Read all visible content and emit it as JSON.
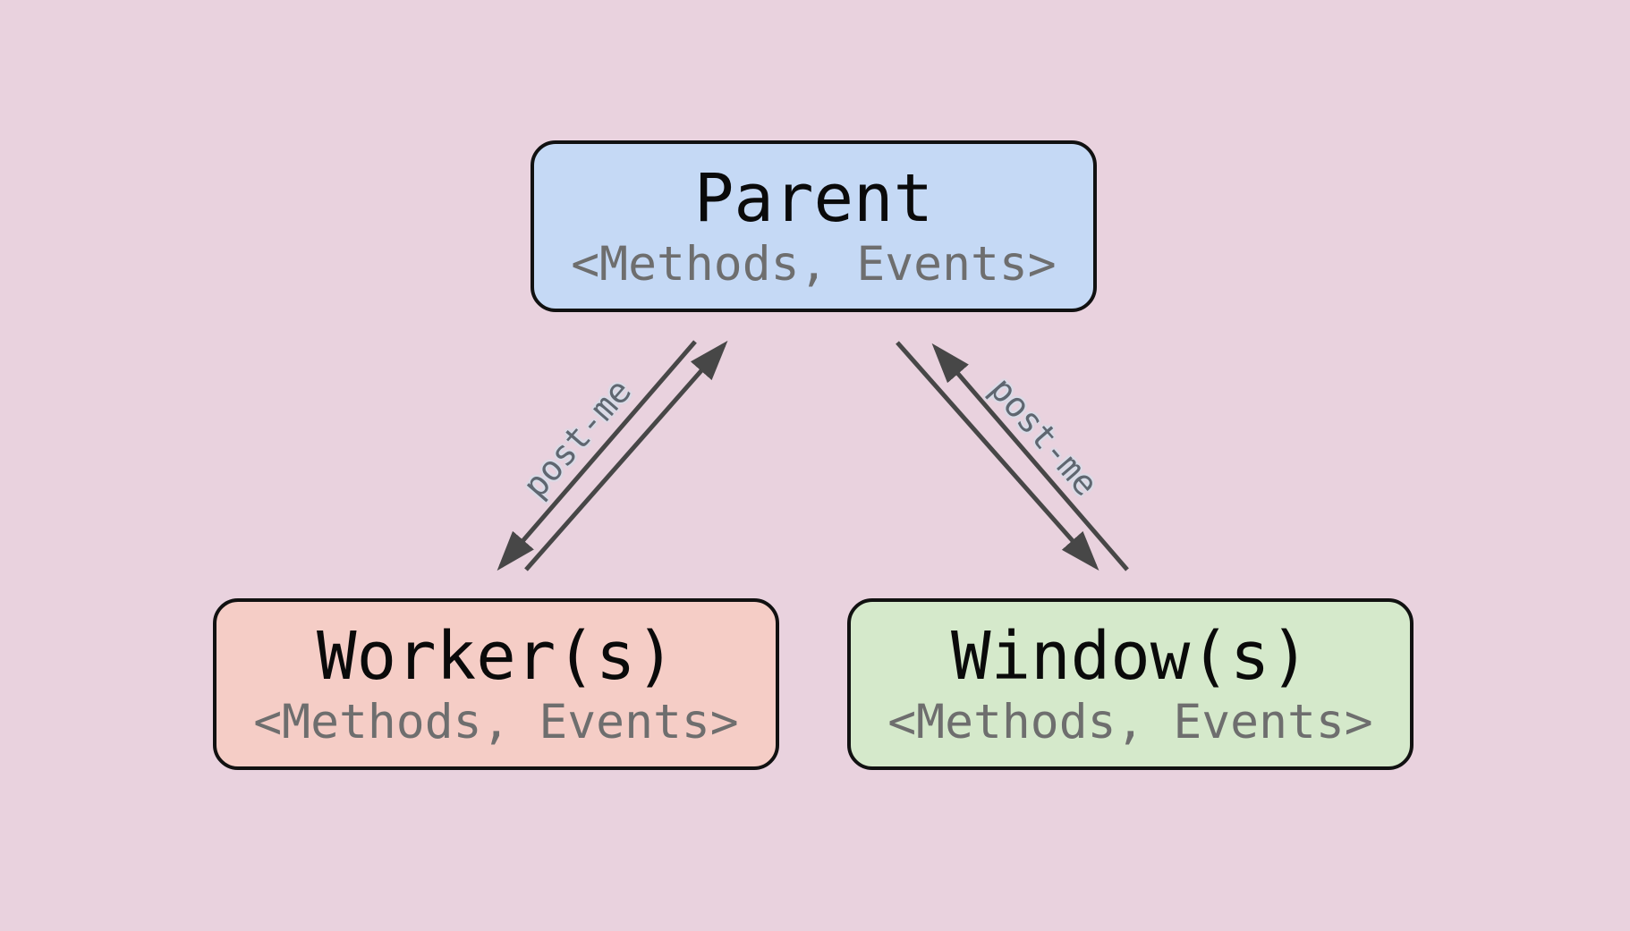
{
  "diagram": {
    "background_color": "#e9d2de",
    "nodes": {
      "parent": {
        "title": "Parent",
        "subtitle": "<Methods, Events>",
        "fill": "#c5d9f5"
      },
      "worker": {
        "title": "Worker(s)",
        "subtitle": "<Methods, Events>",
        "fill": "#f5cdc6"
      },
      "window": {
        "title": "Window(s)",
        "subtitle": "<Methods, Events>",
        "fill": "#d5e9cb"
      }
    },
    "edges": {
      "parent_worker": {
        "label": "post-me"
      },
      "parent_window": {
        "label": "post-me"
      }
    },
    "colors": {
      "node_border": "#111111",
      "title_text": "#0a0a0a",
      "subtitle_text": "#6e6e6e",
      "arrow": "#474747",
      "edge_label_text": "#5f6670"
    }
  }
}
